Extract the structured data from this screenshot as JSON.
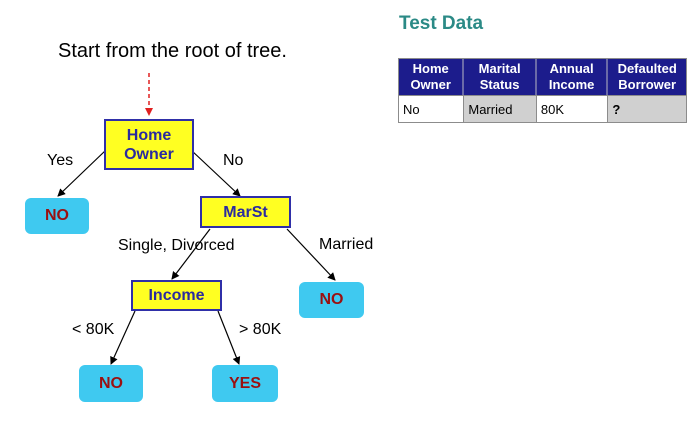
{
  "caption": "Start from the root of tree.",
  "tree": {
    "root": {
      "label": "Home\nOwner"
    },
    "marst": {
      "label": "MarSt"
    },
    "income": {
      "label": "Income"
    },
    "leaves": {
      "no_left": "NO",
      "no_right": "NO",
      "no_bottom": "NO",
      "yes_bottom": "YES"
    },
    "edges": {
      "yes": "Yes",
      "no": "No",
      "single_divorced": "Single, Divorced",
      "married": "Married",
      "lt_80k": "< 80K",
      "gt_80k": "> 80K"
    }
  },
  "test_data": {
    "title": "Test Data",
    "headers": [
      "Home\nOwner",
      "Marital\nStatus",
      "Annual\nIncome",
      "Defaulted\nBorrower"
    ],
    "row": [
      "No",
      "Married",
      "80K",
      "?"
    ]
  },
  "colors": {
    "decision_fill": "#ffff22",
    "decision_border": "#2f2fa8",
    "leaf_fill": "#3fc9f0",
    "leaf_text": "#9b1010",
    "header_fill": "#1c1c8c",
    "title_color": "#2b8a86",
    "pointer_arrow": "#e02020"
  }
}
